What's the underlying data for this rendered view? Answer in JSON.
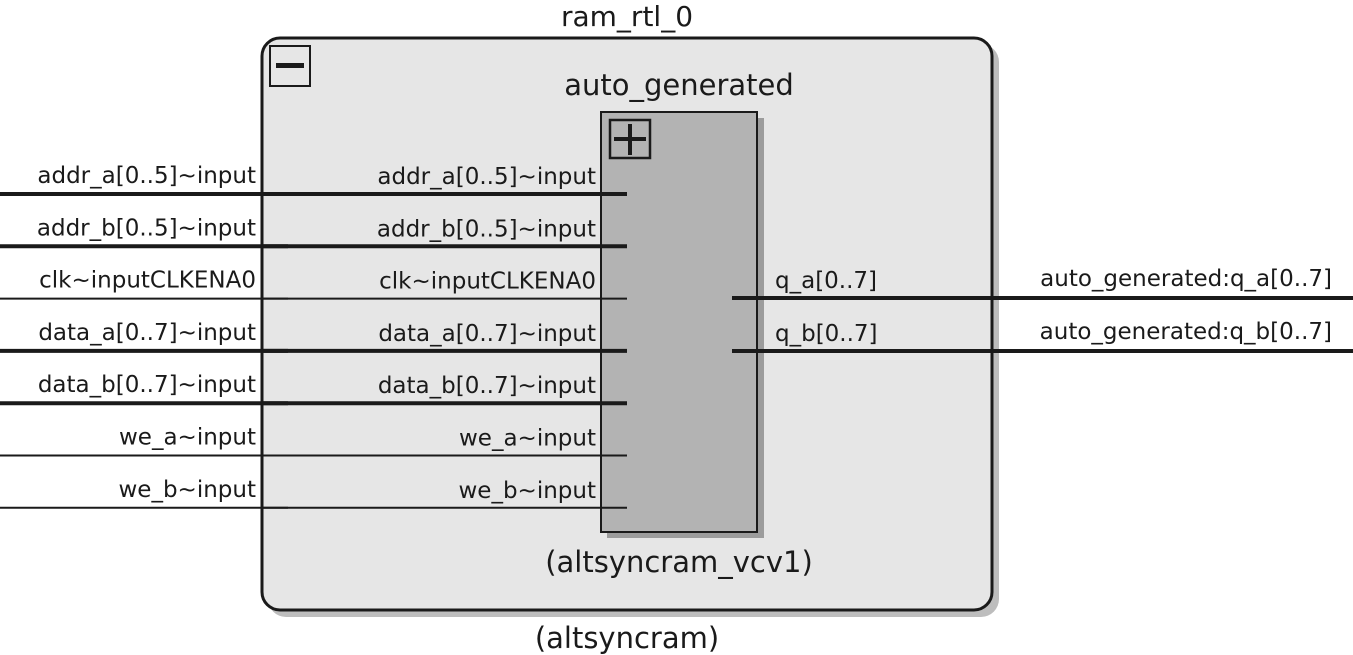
{
  "outer_block": {
    "name": "ram_rtl_0",
    "type": "(altsyncram)",
    "expand_state": "collapse-icon"
  },
  "inner_block": {
    "name": "auto_generated",
    "type": "(altsyncram_vcv1)",
    "expand_state": "expand-icon"
  },
  "external_inputs": [
    {
      "label": "addr_a[0..5]~input",
      "bus": true
    },
    {
      "label": "addr_b[0..5]~input",
      "bus": true
    },
    {
      "label": "clk~inputCLKENA0",
      "bus": false
    },
    {
      "label": "data_a[0..7]~input",
      "bus": true
    },
    {
      "label": "data_b[0..7]~input",
      "bus": true
    },
    {
      "label": "we_a~input",
      "bus": false
    },
    {
      "label": "we_b~input",
      "bus": false
    }
  ],
  "internal_inputs": [
    {
      "label": "addr_a[0..5]~input",
      "bus": true
    },
    {
      "label": "addr_b[0..5]~input",
      "bus": true
    },
    {
      "label": "clk~inputCLKENA0",
      "bus": false
    },
    {
      "label": "data_a[0..7]~input",
      "bus": true
    },
    {
      "label": "data_b[0..7]~input",
      "bus": true
    },
    {
      "label": "we_a~input",
      "bus": false
    },
    {
      "label": "we_b~input",
      "bus": false
    }
  ],
  "internal_outputs": [
    {
      "label": "q_a[0..7]",
      "bus": true
    },
    {
      "label": "q_b[0..7]",
      "bus": true
    }
  ],
  "external_outputs": [
    {
      "label": "auto_generated:q_a[0..7]",
      "bus": true
    },
    {
      "label": "auto_generated:q_b[0..7]",
      "bus": true
    }
  ],
  "colors": {
    "outer_fill": "#e6e6e6",
    "inner_fill": "#b3b3b3",
    "shadow": "#b8b8b8",
    "wire": "#1a1a1a"
  }
}
